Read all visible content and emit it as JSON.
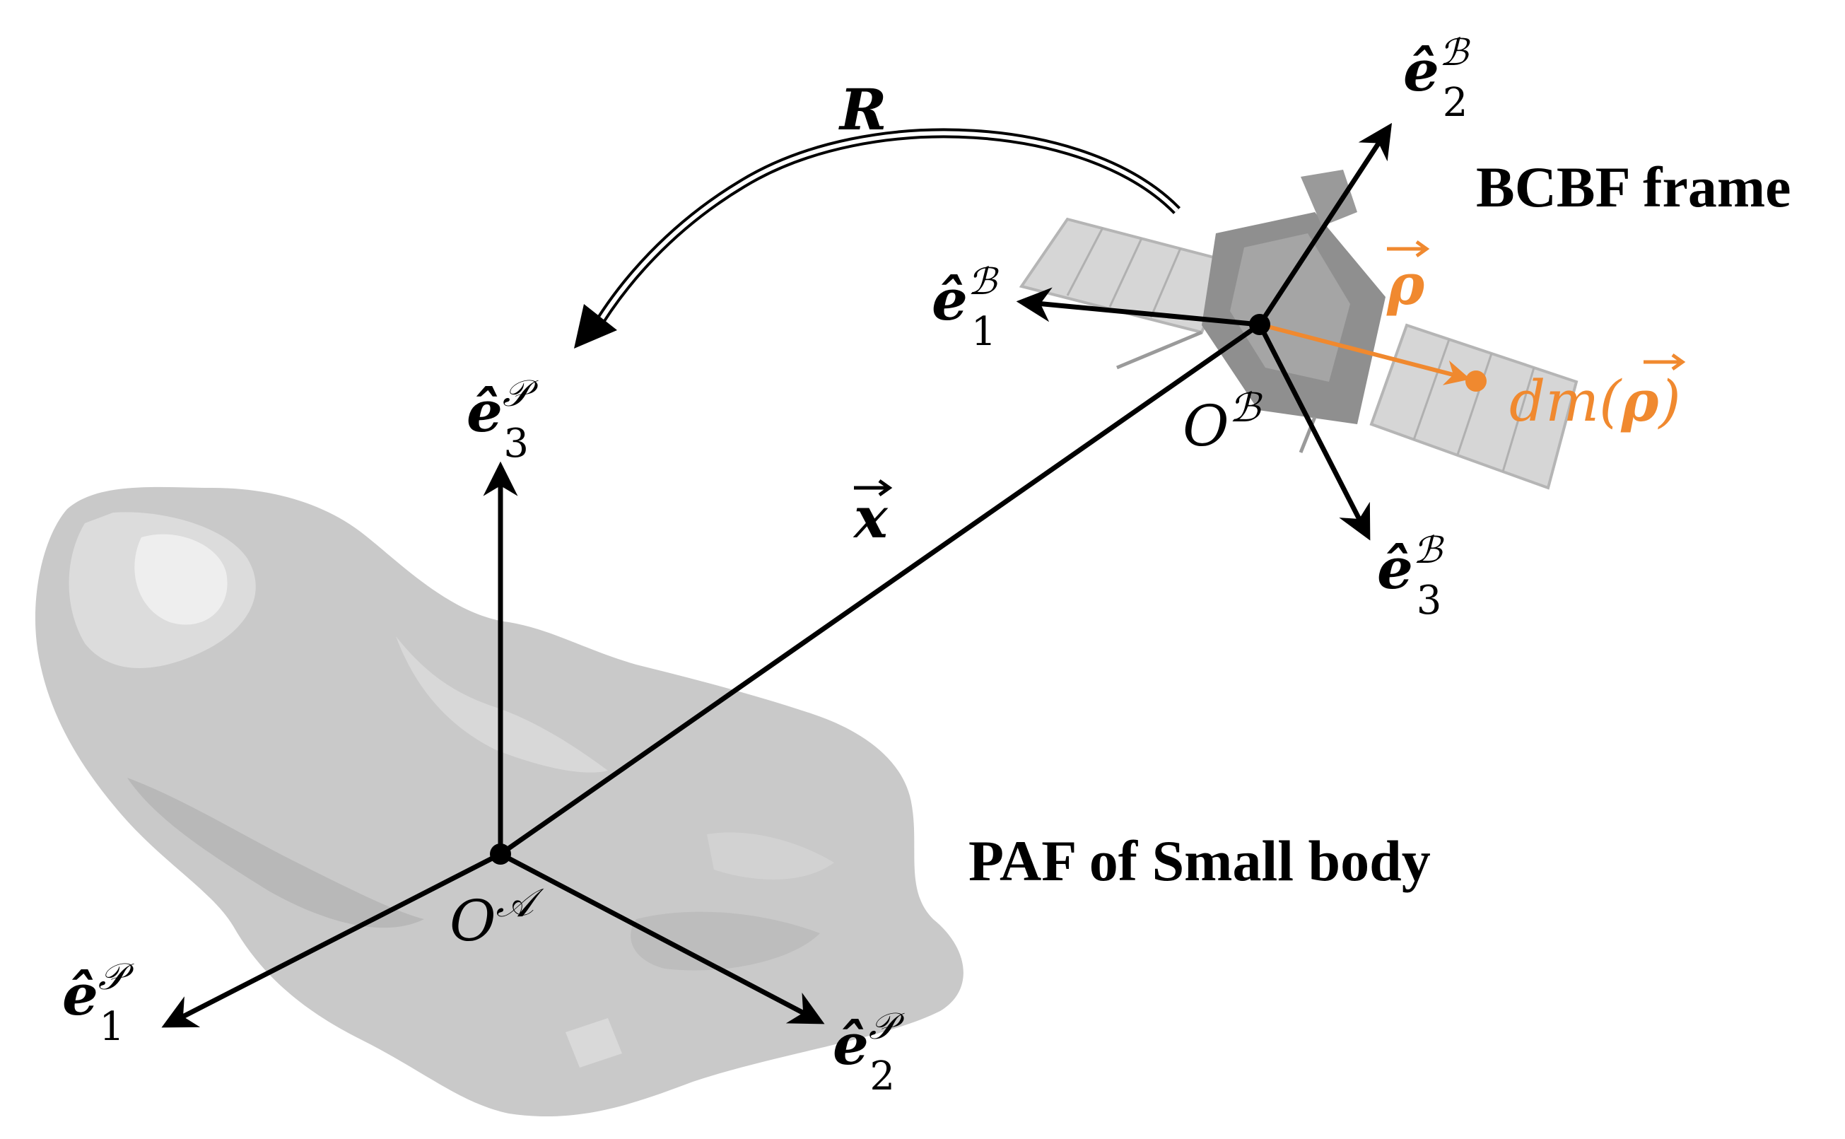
{
  "labels": {
    "rotation": "R",
    "bcbf_frame": "BCBF frame",
    "paf_frame": "PAF of Small body",
    "position_vector": "x",
    "rho_vector": "ρ",
    "mass_element_prefix": "dm(",
    "mass_element_rho": "ρ",
    "mass_element_suffix": ")",
    "origin_a": "O",
    "origin_a_sup": "𝒜",
    "origin_b": "O",
    "origin_b_sup": "ℬ"
  },
  "body_axes": {
    "e1": {
      "symbol": "ê",
      "sub": "1",
      "sup": "ℬ"
    },
    "e2": {
      "symbol": "ê",
      "sub": "2",
      "sup": "ℬ"
    },
    "e3": {
      "symbol": "ê",
      "sub": "3",
      "sup": "ℬ"
    }
  },
  "paf_axes": {
    "e1": {
      "symbol": "ê",
      "sub": "1",
      "sup": "𝒫"
    },
    "e2": {
      "symbol": "ê",
      "sub": "2",
      "sup": "𝒫"
    },
    "e3": {
      "symbol": "ê",
      "sub": "3",
      "sup": "𝒫"
    }
  },
  "colors": {
    "axes": "#000000",
    "rho_accent": "#f0892f",
    "asteroid_base": "#c9c9c9",
    "asteroid_dark": "#b4b4b4",
    "asteroid_light": "#e6e6e6",
    "spacecraft_panel": "#d0d0d0",
    "spacecraft_body": "#8a8a8a"
  }
}
